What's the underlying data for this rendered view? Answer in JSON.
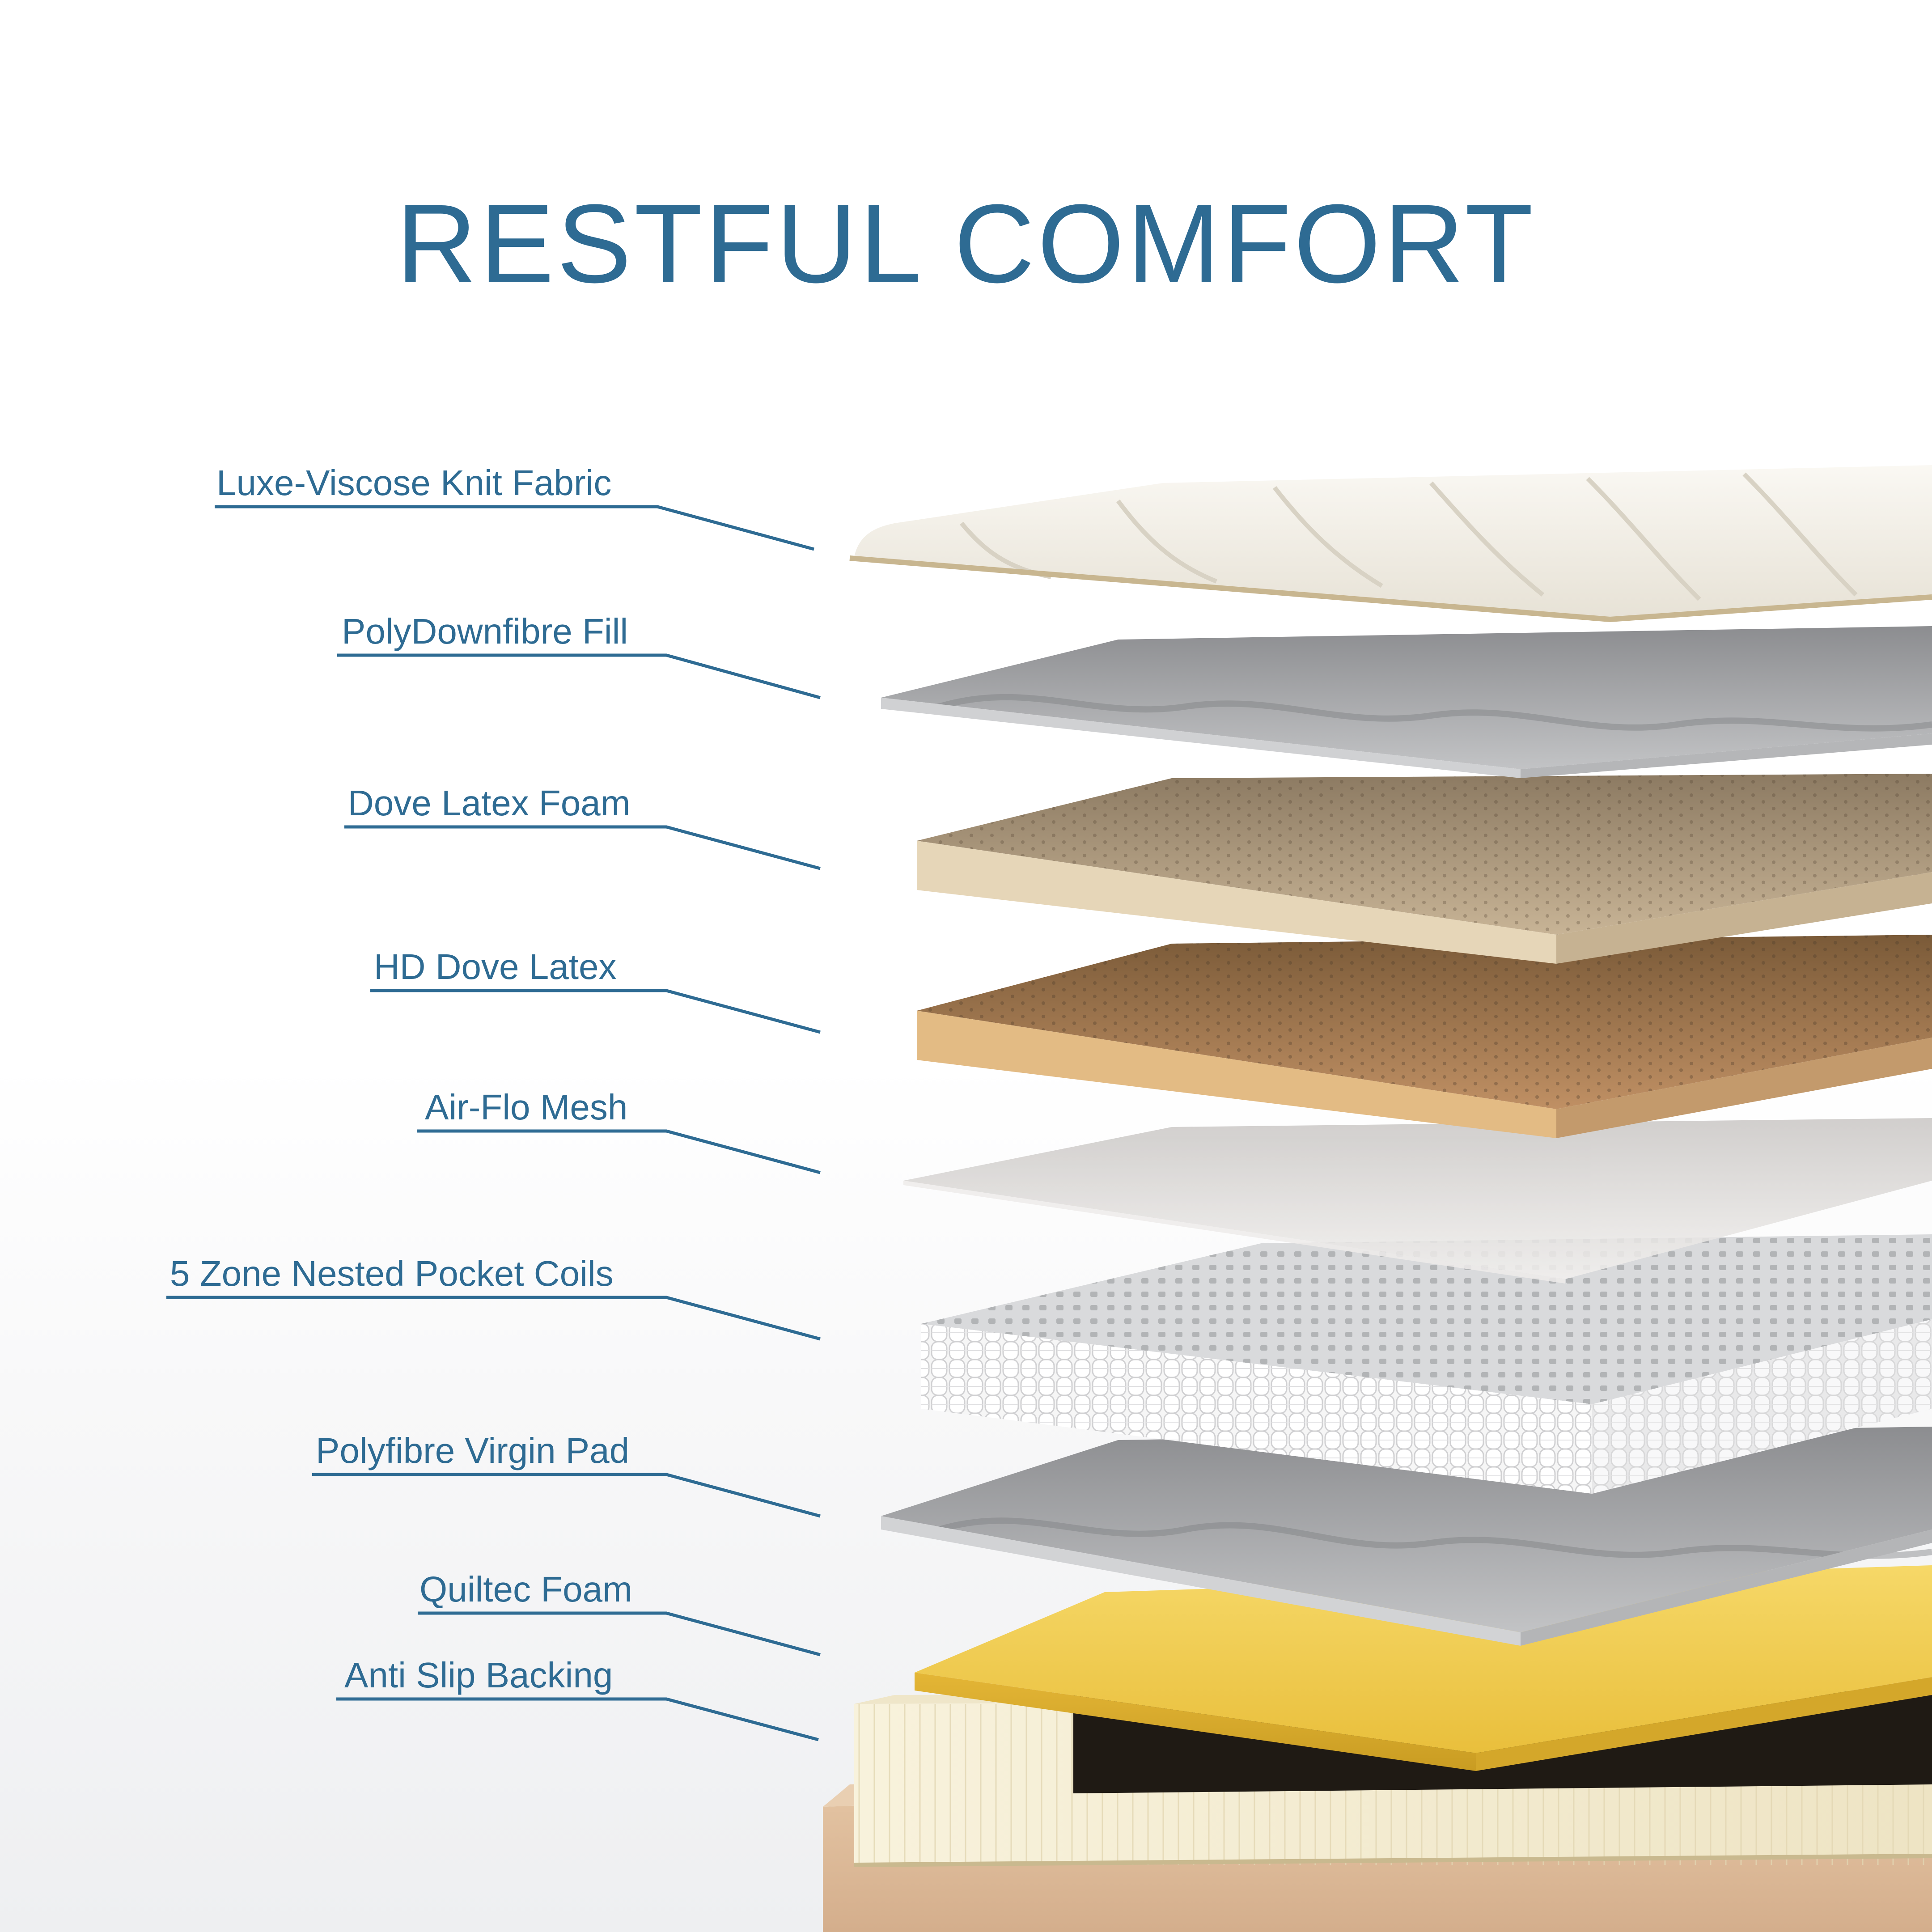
{
  "title": "RESTFUL COMFORT",
  "layers": [
    {
      "label": "Luxe-Viscose Knit Fabric",
      "color": "#f2efe8"
    },
    {
      "label": "PolyDownfibre Fill",
      "color": "#9e9fa1"
    },
    {
      "label": "Dove Latex Foam",
      "color": "#ddc9a6"
    },
    {
      "label": "HD Dove Latex",
      "color": "#dbb07c"
    },
    {
      "label": "Air-Flo Mesh",
      "color": "#f1eeeb"
    },
    {
      "label": "5 Zone Nested Pocket Coils",
      "color": "#f4f4f4"
    },
    {
      "label": "Polyfibre Virgin Pad",
      "color": "#a3a4a6"
    },
    {
      "label": "Quiltec Foam",
      "color": "#f3cf54"
    },
    {
      "label": "Anti Slip Backing",
      "color": "#f5efd8"
    }
  ],
  "accent_color": "#2e6b93"
}
